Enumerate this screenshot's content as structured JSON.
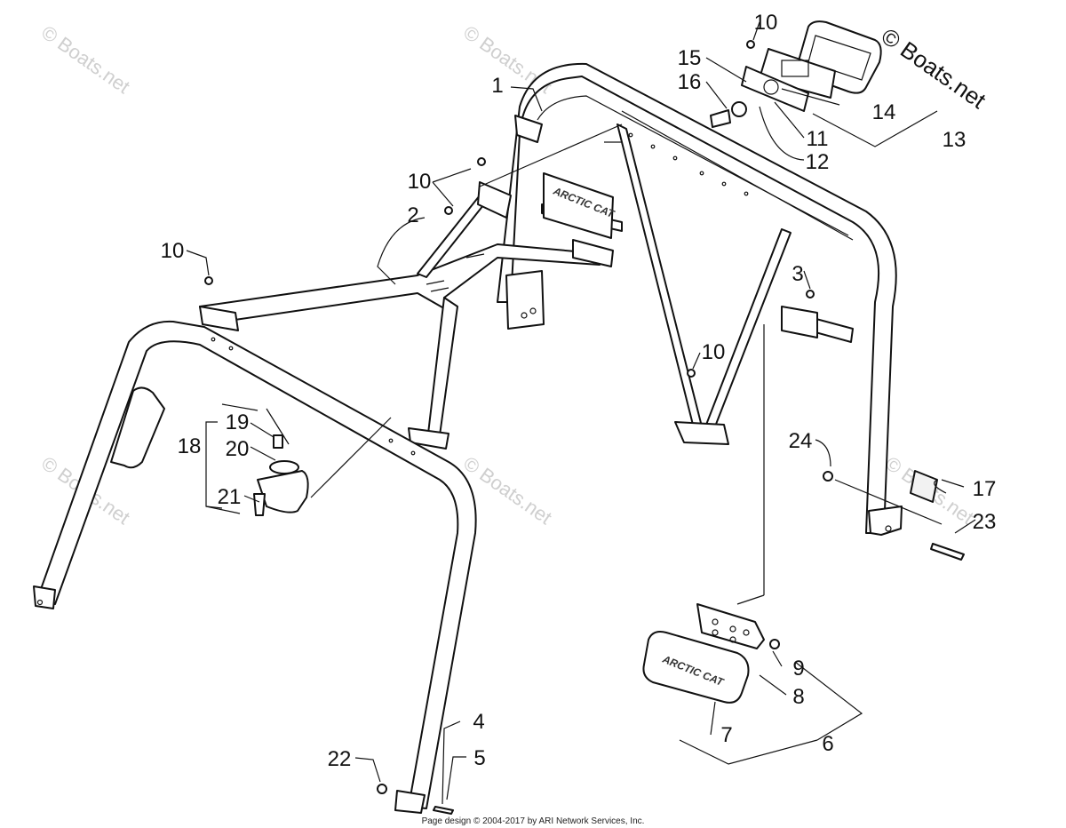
{
  "watermarks": {
    "main": "© Boats.net",
    "tile": "© Boats.net"
  },
  "footer": "Page design © 2004-2017 by ARI Network Services, Inc.",
  "logo_text": "ARCTIC CAT",
  "callouts": {
    "c1": "1",
    "c2": "2",
    "c3": "3",
    "c4": "4",
    "c5": "5",
    "c6": "6",
    "c7": "7",
    "c8": "8",
    "c9": "9",
    "c10": "10",
    "c11": "11",
    "c12": "12",
    "c13": "13",
    "c14": "14",
    "c15": "15",
    "c16": "16",
    "c17": "17",
    "c18": "18",
    "c19": "19",
    "c20": "20",
    "c21": "21",
    "c22": "22",
    "c23": "23",
    "c24": "24"
  }
}
